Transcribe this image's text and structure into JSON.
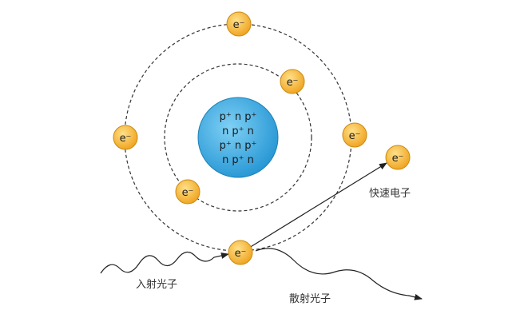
{
  "colors": {
    "nucleus": "#3aa8e0",
    "electron": "#f5b73b",
    "orbit": "#333333",
    "path": "#222222"
  },
  "nucleus": {
    "rows": [
      "p⁺ n p⁺",
      "n p⁺ n",
      "p⁺ n p⁺",
      "n p⁺ n"
    ]
  },
  "electron_label": "e⁻",
  "labels": {
    "fast_electron": "快速电子",
    "incident_photon": "入射光子",
    "scattered_photon": "散射光子"
  }
}
